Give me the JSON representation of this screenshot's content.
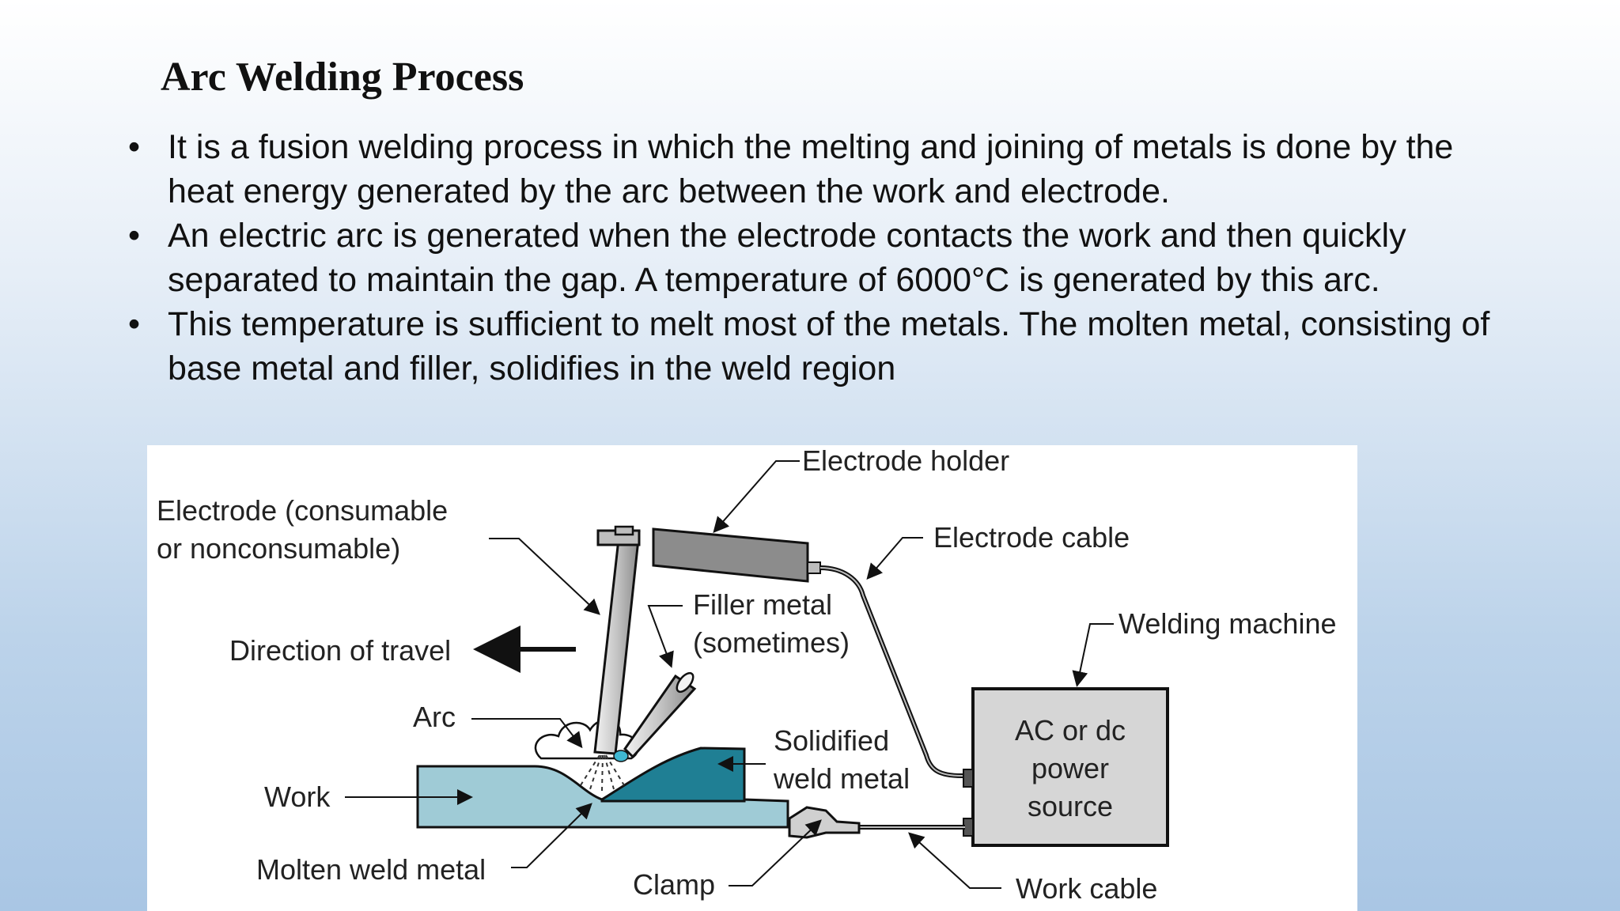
{
  "slide": {
    "title": "Arc Welding Process",
    "bullets": [
      "It is a fusion welding process in which the melting and joining of metals is done by the heat energy generated by the arc between the work and electrode.",
      "An electric arc is generated when the electrode contacts the work and then quickly separated to maintain the gap. A temperature of 6000°C is generated by this arc.",
      "This temperature is sufficient to melt most of the metals. The molten metal, consisting of base metal and filler, solidifies in the weld region"
    ]
  },
  "diagram": {
    "labels": {
      "electrode_holder": "Electrode holder",
      "electrode_line1": "Electrode (consumable",
      "electrode_line2": "or nonconsumable)",
      "electrode_cable": "Electrode cable",
      "filler_line1": "Filler metal",
      "filler_line2": "(sometimes)",
      "welding_machine": "Welding machine",
      "direction": "Direction of travel",
      "arc": "Arc",
      "solidified_line1": "Solidified",
      "solidified_line2": "weld metal",
      "work": "Work",
      "molten": "Molten weld metal",
      "clamp": "Clamp",
      "work_cable": "Work cable",
      "power_line1": "AC or dc",
      "power_line2": "power",
      "power_line3": "source"
    },
    "colors": {
      "work_light": "#9fcbd6",
      "weld_dark": "#1f7f94",
      "metal_gray": "#8c8c8c",
      "box_fill": "#d6d6d6"
    }
  }
}
